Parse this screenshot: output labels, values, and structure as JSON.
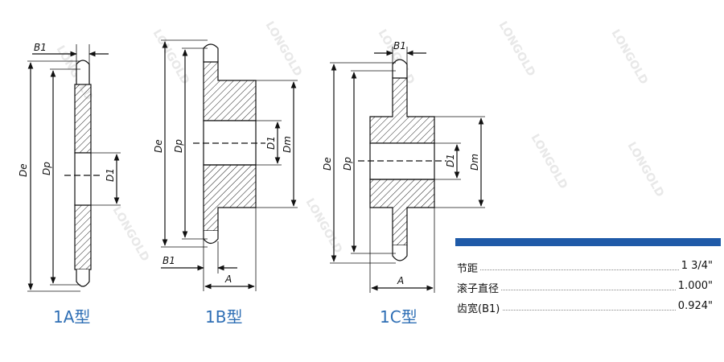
{
  "diagrams": {
    "1A": {
      "caption": "1A型",
      "labels": {
        "b1": "B1",
        "de": "De",
        "dp": "Dp",
        "d1": "D1"
      }
    },
    "1B": {
      "caption": "1B型",
      "labels": {
        "b1": "B1",
        "de": "De",
        "dp": "Dp",
        "d1": "D1",
        "dm": "Dm",
        "a": "A"
      }
    },
    "1C": {
      "caption": "1C型",
      "labels": {
        "b1": "B1",
        "de": "De",
        "dp": "Dp",
        "d1": "D1",
        "dm": "Dm",
        "a": "A"
      }
    }
  },
  "watermark": {
    "text": "LONGOLD",
    "color": "#e8e8e8"
  },
  "specs": {
    "accent_color": "#1f5aa8",
    "rows": [
      {
        "label": "节距",
        "value": "1 3/4\""
      },
      {
        "label": "滚子直径",
        "value": "1.000\""
      },
      {
        "label": "齿宽(B1)",
        "value": "0.924\""
      }
    ]
  }
}
